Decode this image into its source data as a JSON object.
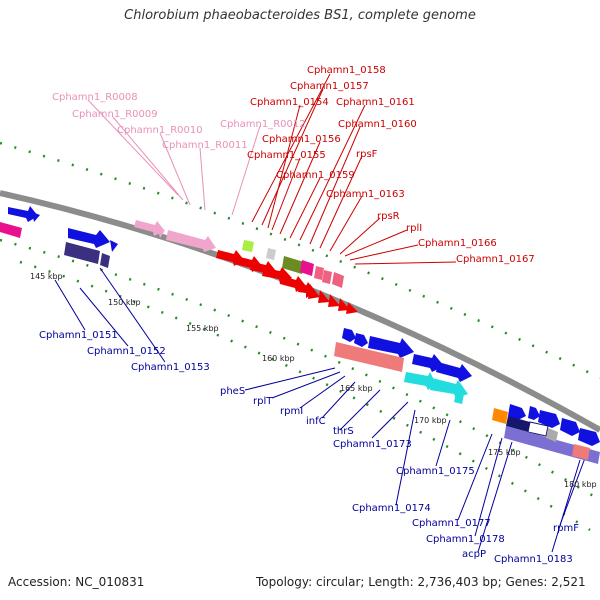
{
  "title": "Chlorobium phaeobacteroides BS1, complete genome",
  "footer": {
    "accession": "Accession: NC_010831",
    "summary": "Topology: circular; Length: 2,736,403 bp; Genes: 2,521"
  },
  "colors": {
    "backbone": "#8c8c8c",
    "tick": "#2a8a2a",
    "red_label": "#cc0000",
    "pink_label": "#e890b8",
    "blue_label": "#000099"
  },
  "ticks": [
    "145 kbp",
    "150 kbp",
    "155 kbp",
    "160 kbp",
    "165 kbp",
    "170 kbp",
    "175 kbp",
    "180 kbp"
  ],
  "labels_pink": [
    "Cphamn1_R0008",
    "Cphamn1_R0009",
    "Cphamn1_R0010",
    "Cphamn1_R0011",
    "Cphamn1_R0012"
  ],
  "labels_red": [
    "Cphamn1_0158",
    "Cphamn1_0157",
    "Cphamn1_0154",
    "Cphamn1_0161",
    "Cphamn1_0160",
    "Cphamn1_0156",
    "Cphamn1_0155",
    "rpsF",
    "Cphamn1_0159",
    "Cphamn1_0163",
    "rpsR",
    "rplI",
    "Cphamn1_0166",
    "Cphamn1_0167"
  ],
  "labels_blue": [
    "Cphamn1_0151",
    "Cphamn1_0152",
    "Cphamn1_0153",
    "pheS",
    "rplT",
    "rpmI",
    "infC",
    "thrS",
    "Cphamn1_0173",
    "Cphamn1_0175",
    "Cphamn1_0174",
    "Cphamn1_0177",
    "Cphamn1_0178",
    "acpP",
    "Cphamn1_0183",
    "rpmF"
  ]
}
